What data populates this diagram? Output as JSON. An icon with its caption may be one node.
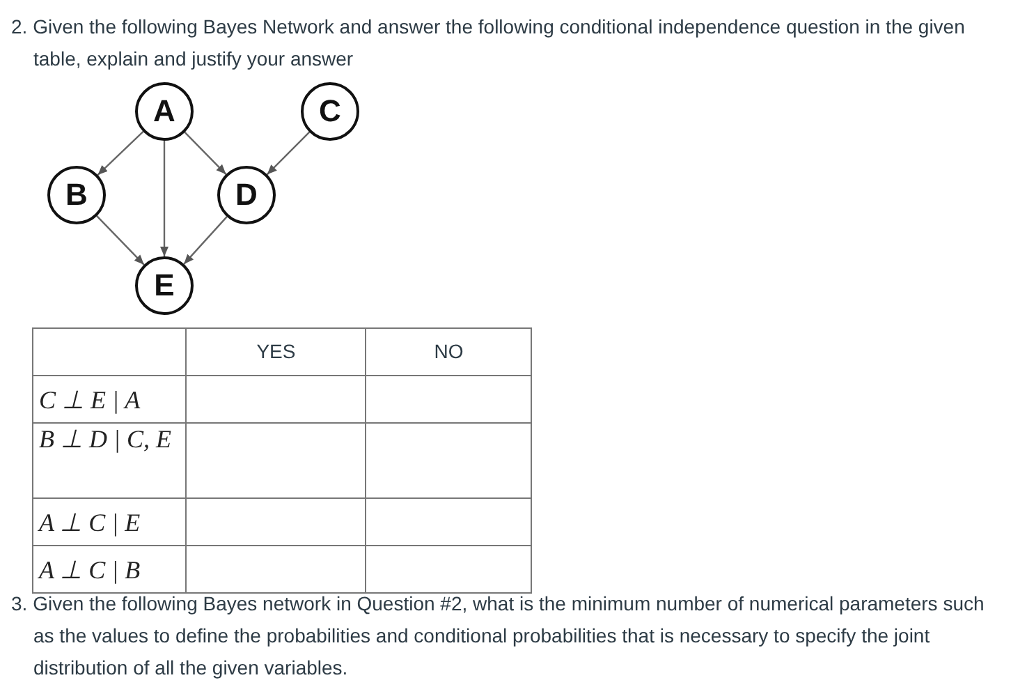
{
  "diagram": {
    "nodes": [
      {
        "text": [
          "A"
        ]
      },
      {
        "text": [
          "C"
        ]
      },
      {
        "text": [
          "B"
        ]
      },
      {
        "text": [
          "D"
        ]
      },
      {
        "text": [
          "E"
        ]
      }
    ],
    "edges": [
      {
        "from": 0,
        "to": 2,
        "arrow": "to"
      },
      {
        "from": 0,
        "to": 3,
        "arrow": "to"
      },
      {
        "from": 0,
        "to": 4,
        "arrow": "to"
      },
      {
        "from": 1,
        "to": 3,
        "arrow": "to"
      },
      {
        "from": 2,
        "to": 4,
        "arrow": "to"
      },
      {
        "from": 3,
        "to": 4,
        "arrow": "to"
      }
    ],
    "labels": [
      "2. Given the following Bayes Network and answer the following conditional independence question in the given table, explain and justify your answer",
      "YES",
      "NO",
      "C ⊥ E | A",
      "B ⊥ D | C, E",
      "A ⊥ C | E",
      "A ⊥ C | B",
      "3. Given the following Bayes network in Question #2, what is the minimum number of numerical parameters such as the values to define the probabilities and conditional probabilities that is necessary to specify the joint distribution of all the given variables."
    ]
  }
}
